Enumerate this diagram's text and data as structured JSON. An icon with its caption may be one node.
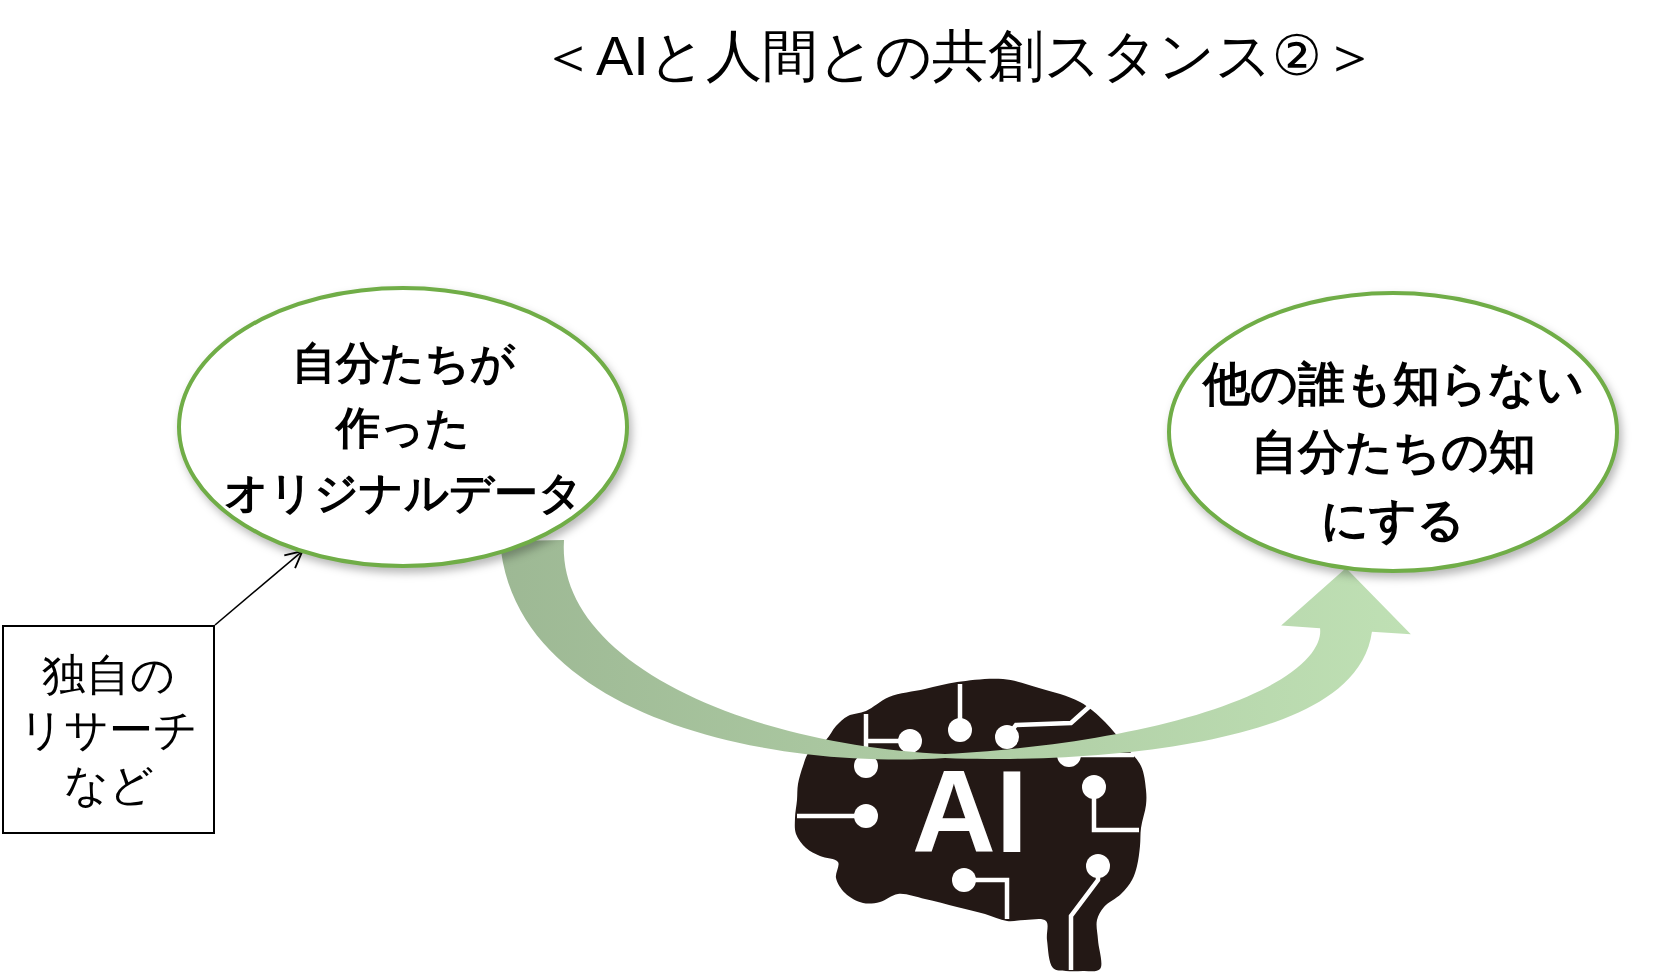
{
  "diagram": {
    "title": "＜AIと人間との共創スタンス②＞",
    "nodes": [
      {
        "text": [
          "自分たちが作ったオリジナルデータ"
        ]
      },
      {
        "text": [
          "他の誰も知らない自分たちの知にする"
        ]
      },
      {
        "text": [
          "独自のリサーチなど"
        ]
      }
    ],
    "edges": [
      {
        "from": 0,
        "to": 1,
        "arrow": "to",
        "style": "thick",
        "color": "#9db894"
      },
      {
        "from": 2,
        "to": 0,
        "arrow": "to"
      }
    ],
    "labels": [
      "AI"
    ]
  }
}
